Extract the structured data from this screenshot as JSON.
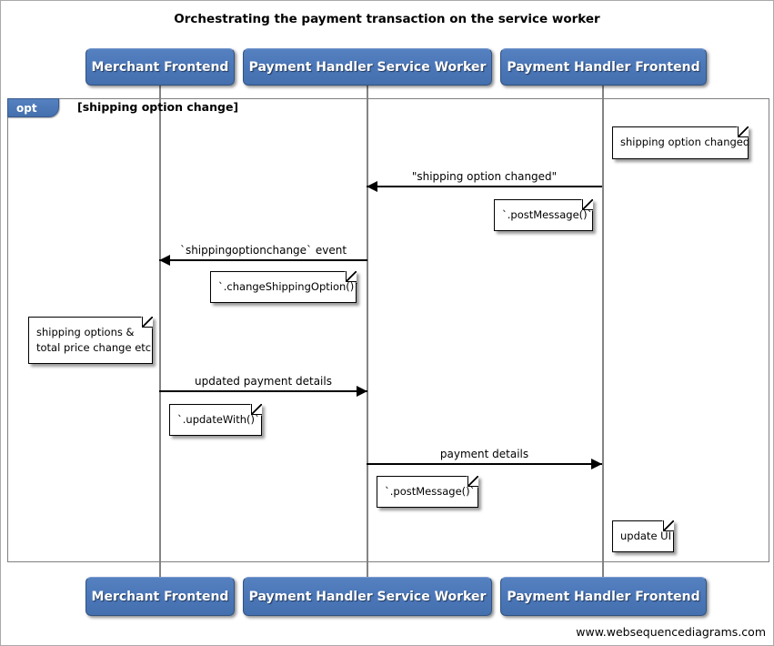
{
  "title": "Orchestrating the payment transaction on the service worker",
  "actors": {
    "merchant": {
      "label": "Merchant Frontend"
    },
    "service_worker": {
      "label": "Payment Handler Service Worker"
    },
    "frontend": {
      "label": "Payment Handler Frontend"
    }
  },
  "fragment": {
    "operator": "opt",
    "guard": "[shipping option change]"
  },
  "messages": [
    {
      "label": "\"shipping option changed\"",
      "from": "frontend",
      "to": "service_worker",
      "direction": "left"
    },
    {
      "label": "`shippingoptionchange` event",
      "from": "service_worker",
      "to": "merchant",
      "direction": "left"
    },
    {
      "label": "updated payment details",
      "from": "merchant",
      "to": "service_worker",
      "direction": "right"
    },
    {
      "label": "payment details",
      "from": "service_worker",
      "to": "frontend",
      "direction": "right"
    }
  ],
  "notes": [
    {
      "text": "shipping option changed",
      "over": "frontend"
    },
    {
      "text": "`.postMessage()`",
      "over": "frontend"
    },
    {
      "text": "`.changeShippingOption()`",
      "over": "service_worker"
    },
    {
      "lines": [
        "shipping options &",
        "total price change etc"
      ],
      "over": "merchant"
    },
    {
      "text": "`.updateWith()`",
      "over": "merchant"
    },
    {
      "text": "`.postMessage()`",
      "over": "service_worker"
    },
    {
      "text": "update UI",
      "over": "frontend"
    }
  ],
  "watermark": "www.websequencediagrams.com",
  "colors": {
    "actor_fill": "#4a76b8",
    "actor_border": "#33527f",
    "actor_text": "#ffffff",
    "frame_border": "#7f7f7f",
    "lifeline": "#848484",
    "arrow": "#000000",
    "note_fill": "#ffffff",
    "note_border": "#000000",
    "background": "#ffffff"
  }
}
